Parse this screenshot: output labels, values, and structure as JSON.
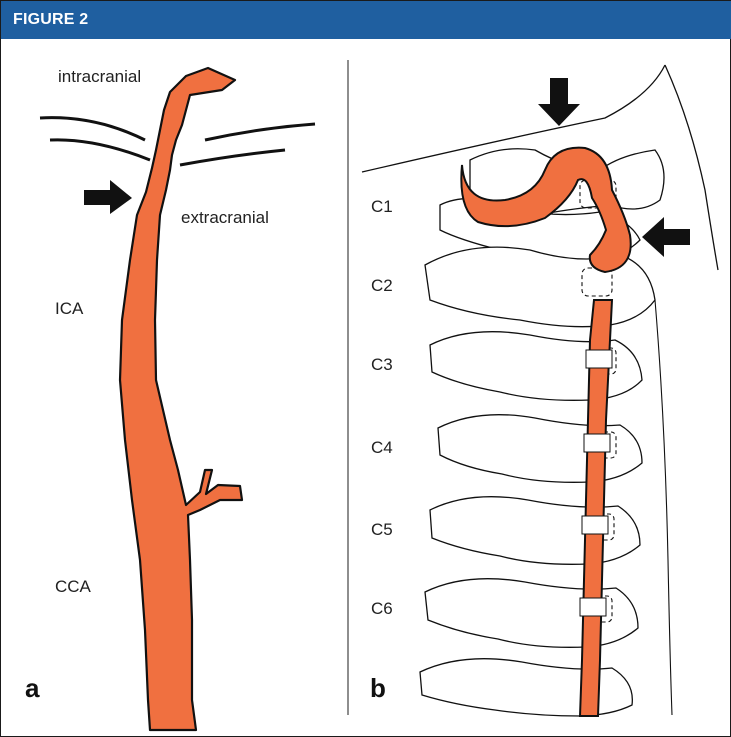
{
  "figure": {
    "title": "FIGURE 2"
  },
  "panel_a": {
    "letter": "a",
    "labels": {
      "intracranial": "intracranial",
      "extracranial": "extracranial",
      "ica": "ICA",
      "cca": "CCA"
    }
  },
  "panel_b": {
    "letter": "b",
    "vertebrae": [
      "C1",
      "C2",
      "C3",
      "C4",
      "C5",
      "C6"
    ]
  },
  "colors": {
    "artery": "#f07040",
    "header": "#1f5fa0",
    "line": "#111111"
  }
}
